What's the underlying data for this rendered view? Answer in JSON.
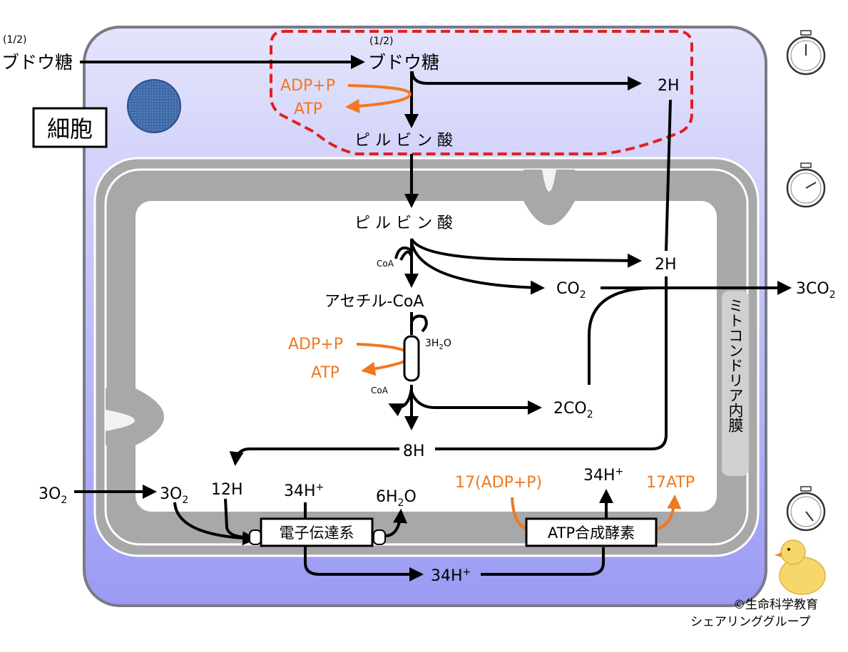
{
  "colors": {
    "cell_top": "#e4e4fc",
    "cell_bottom": "#9a9af4",
    "cell_border": "#7a7a86",
    "membrane": "#a8a8a8",
    "matrix": "#ffffff",
    "arrow": "#000000",
    "energy": "#f07820",
    "cytoplasm_outline": "#e02020",
    "nucleus": "#3e6aa8"
  },
  "labels": {
    "glucose_half": "(1/2)",
    "glucose": "ブドウ糖",
    "cell": "細胞",
    "adp_p": "ADP+P",
    "atp": "ATP",
    "pyruvate": "ピ ル ビ ン 酸",
    "two_h": "2H",
    "coa": "CoA",
    "co2": "CO",
    "co2_sub": "2",
    "acetyl_coa": "アセチル-CoA",
    "three_h2o_a": "3H",
    "three_h2o_sub": "2",
    "three_h2o_b": "O",
    "two_co2": "2CO",
    "two_co2_sub": "2",
    "three_co2": "3CO",
    "three_co2_sub": "2",
    "eight_h": "8H",
    "twelve_h": "12H",
    "three_o2": "3O",
    "three_o2_sub": "2",
    "h34_plus": "34H",
    "plus": "+",
    "six_h2o_a": "6H",
    "six_h2o_sub": "2",
    "six_h2o_b": "O",
    "adp17": "17(ADP+P)",
    "atp17": "17ATP",
    "electron_transport": "電子伝達系",
    "atp_synthase": "ATP合成酵素",
    "mito_membrane": "ミトコンドリア内膜",
    "copyright_1": "©生命科学教育",
    "copyright_2": "シェアリンググループ"
  },
  "icons": {
    "timer": "stopwatch-icon",
    "mascot": "chick-icon"
  }
}
